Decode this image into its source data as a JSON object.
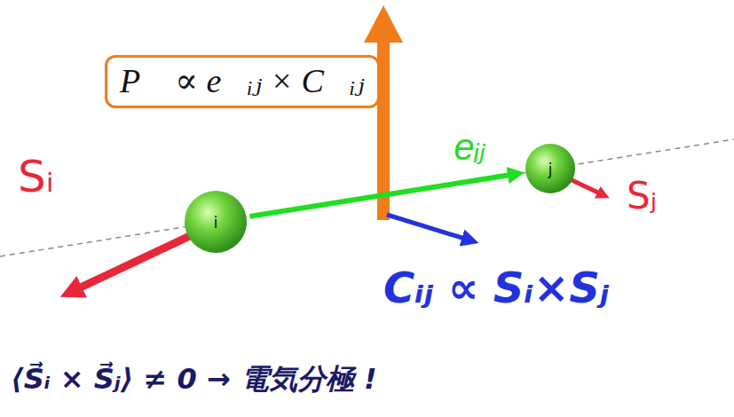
{
  "diagram": {
    "nodes": [
      {
        "text": [
          "P⃗ ∝ e⃗ᵢⱼ × C⃗ᵢⱼ"
        ]
      },
      {
        "text": [
          "i"
        ]
      },
      {
        "text": [
          "j"
        ]
      }
    ],
    "edges": [
      {
        "from": 1,
        "to": 2,
        "arrow": "to",
        "label": "eᵢⱼ"
      }
    ],
    "labels": [
      "Sᵢ",
      "Sⱼ",
      "Cᵢⱼ ∝ Sᵢ×Sⱼ",
      "⟨S⃗ᵢ × S⃗ⱼ⟩ ≠ 0 → 電気分極 !"
    ]
  }
}
